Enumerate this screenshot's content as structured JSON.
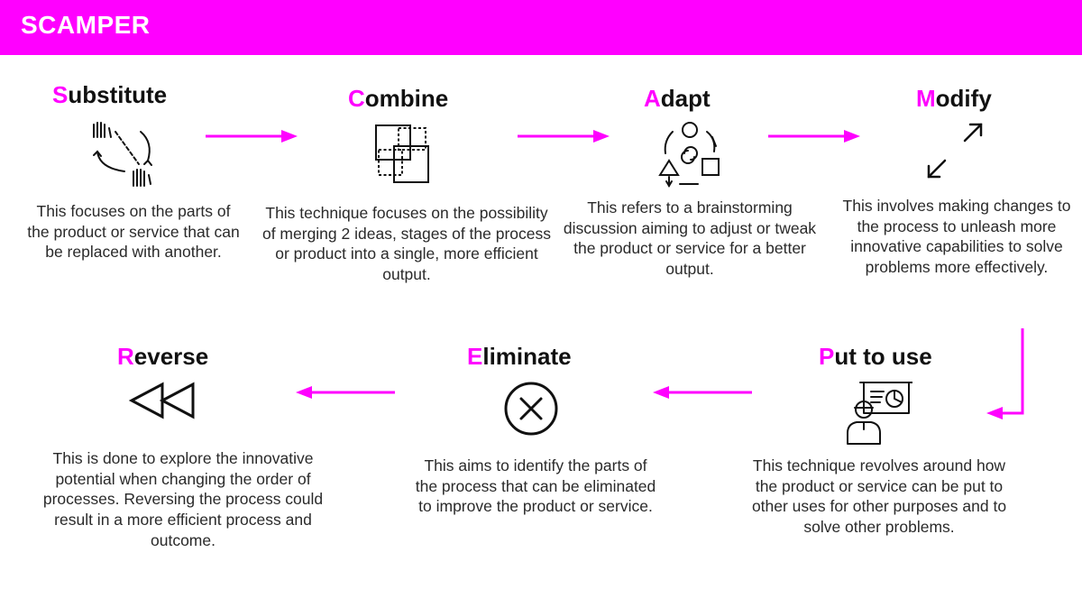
{
  "header": {
    "title": "SCAMPER"
  },
  "colors": {
    "accent": "#FF00FF",
    "text": "#2a2a2a",
    "icon": "#111111"
  },
  "steps": [
    {
      "first": "S",
      "rest": "ubstitute",
      "icon": "substitute-icon",
      "desc": "This focuses on the parts of the product or service that can be replaced with another."
    },
    {
      "first": "C",
      "rest": "ombine",
      "icon": "combine-icon",
      "desc": "This technique focuses on the possibility of merging 2 ideas, stages of the process or product into a single, more efficient output."
    },
    {
      "first": "A",
      "rest": "dapt",
      "icon": "adapt-icon",
      "desc": "This refers to a brainstorming discussion aiming to adjust or tweak the product or service for a better output."
    },
    {
      "first": "M",
      "rest": "odify",
      "icon": "modify-icon",
      "desc": "This involves making changes to the process to unleash more innovative capabilities to solve problems more effectively."
    },
    {
      "first": "P",
      "rest": "ut to use",
      "icon": "put-to-use-icon",
      "desc": "This technique revolves around how the product or service can be put to other uses for other purposes and to solve other problems."
    },
    {
      "first": "E",
      "rest": "liminate",
      "icon": "eliminate-icon",
      "desc": "This aims to identify the parts of the process that can be eliminated to improve the product or service."
    },
    {
      "first": "R",
      "rest": "everse",
      "icon": "reverse-icon",
      "desc": "This is done to explore the innovative potential when changing the order of processes. Reversing the process could result in a more efficient process and outcome."
    }
  ]
}
